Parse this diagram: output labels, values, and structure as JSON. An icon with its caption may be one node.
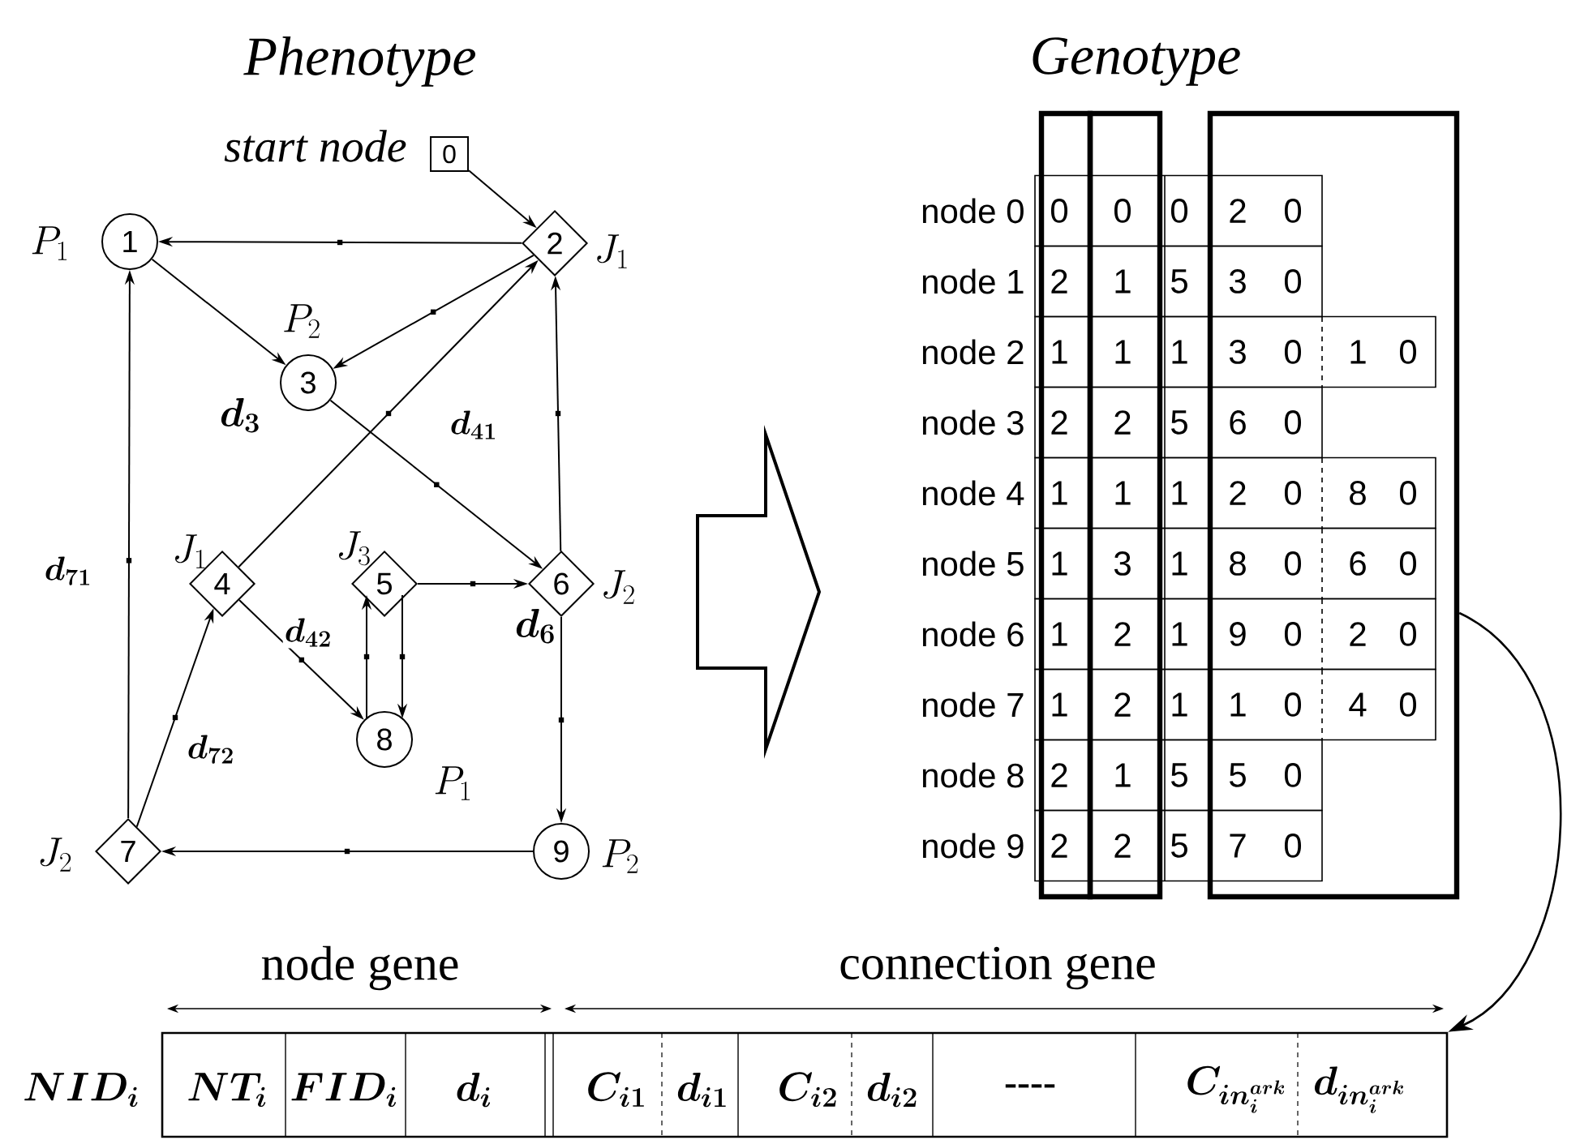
{
  "diagram": {
    "nodes": [
      {
        "text": [
          "0"
        ],
        "beside": [
          "start node"
        ]
      },
      {
        "text": [
          "1"
        ],
        "beside": [
          "P_1"
        ]
      },
      {
        "text": [
          "2"
        ],
        "beside": [
          "J_1"
        ]
      },
      {
        "text": [
          "3"
        ],
        "beside": [
          "P_2",
          "\\bm{d_3}"
        ]
      },
      {
        "text": [
          "4"
        ],
        "beside": [
          "J_1"
        ]
      },
      {
        "text": [
          "5"
        ],
        "beside": [
          "J_3"
        ]
      },
      {
        "text": [
          "6"
        ],
        "beside": [
          "J_2",
          "\\bm{d_6}"
        ]
      },
      {
        "text": [
          "7"
        ],
        "beside": [
          "J_2"
        ]
      },
      {
        "text": [
          "8"
        ],
        "beside": [
          "P_1"
        ]
      },
      {
        "text": [
          "9"
        ],
        "beside": [
          "P_2"
        ]
      },
      {
        "text": [],
        "shape": "box"
      },
      {
        "text": [
          "\\bm{NT_i}",
          "\\bm{FID_i}",
          "\\bm{d_i}",
          "\\bm{C_{i1}}",
          "\\bm{d_{i1}}",
          "\\bm{C_{i2}}",
          "\\bm{d_{i2}}",
          "----",
          "\\bm{C_{in_i^{ark}}}",
          "\\bm{d_{in_i^{ark}}}"
        ],
        "beside": [
          "\\bm{NID_i}"
        ]
      }
    ],
    "edges": [
      {
        "from": 0,
        "to": 2,
        "arrow": "to"
      },
      {
        "from": 2,
        "to": 1,
        "arrow": "to"
      },
      {
        "from": 1,
        "to": 3,
        "arrow": "to"
      },
      {
        "from": 2,
        "to": 3,
        "arrow": "to"
      },
      {
        "from": 4,
        "to": 2,
        "arrow": "to",
        "label": "\\bm{d_{41}}"
      },
      {
        "from": 3,
        "to": 6,
        "arrow": "to"
      },
      {
        "from": 6,
        "to": 2,
        "arrow": "to"
      },
      {
        "from": 7,
        "to": 1,
        "arrow": "to",
        "label": "\\bm{d_{71}}"
      },
      {
        "from": 7,
        "to": 4,
        "arrow": "to",
        "label": "\\bm{d_{72}}"
      },
      {
        "from": 4,
        "to": 8,
        "arrow": "to",
        "label": "\\bm{d_{42}}"
      },
      {
        "from": 5,
        "to": 6,
        "arrow": "to"
      },
      {
        "from": 8,
        "to": 5,
        "arrow": "to"
      },
      {
        "from": 5,
        "to": 8,
        "arrow": "to"
      },
      {
        "from": 6,
        "to": 9,
        "arrow": "to"
      },
      {
        "from": 9,
        "to": 7,
        "arrow": "to"
      },
      {
        "from": 10,
        "to": 11,
        "arrow": "to"
      }
    ],
    "labels": [
      "Phenotype",
      "Genotype",
      "node 0",
      "0",
      "0",
      "0",
      "2",
      "0",
      "node 1",
      "2",
      "1",
      "5",
      "3",
      "0",
      "node 2",
      "1",
      "1",
      "1",
      "3",
      "0",
      "1",
      "0",
      "node 3",
      "2",
      "2",
      "5",
      "6",
      "0",
      "node 4",
      "1",
      "1",
      "1",
      "2",
      "0",
      "8",
      "0",
      "node 5",
      "1",
      "3",
      "1",
      "8",
      "0",
      "6",
      "0",
      "node 6",
      "1",
      "2",
      "1",
      "9",
      "0",
      "2",
      "0",
      "node 7",
      "1",
      "2",
      "1",
      "1",
      "0",
      "4",
      "0",
      "node 8",
      "2",
      "1",
      "5",
      "5",
      "0",
      "node 9",
      "2",
      "2",
      "5",
      "7",
      "0",
      "node gene",
      "connection gene"
    ]
  }
}
